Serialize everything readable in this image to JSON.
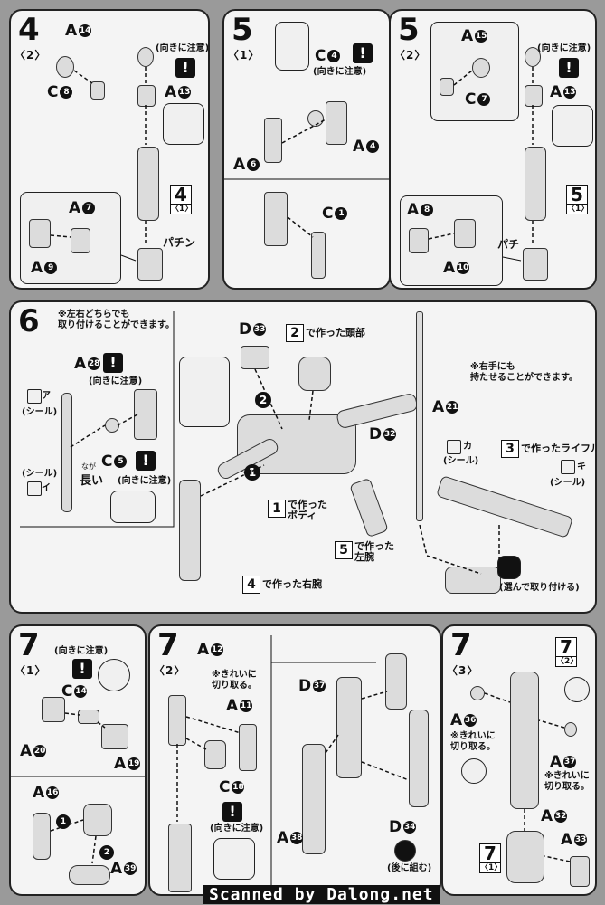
{
  "panels": {
    "p4": {
      "step": "4",
      "sub": "〈2〉",
      "a14": "A",
      "a14n": "14",
      "c8": "C",
      "c8n": "8",
      "a13": "A",
      "a13n": "13",
      "note": "(向きに注意)",
      "ref_n": "4",
      "ref_s": "〈1〉",
      "a7": "A",
      "a7n": "7",
      "a9": "A",
      "a9n": "9",
      "snap": "パチン"
    },
    "p5a": {
      "step": "5",
      "sub": "〈1〉",
      "c4": "C",
      "c4n": "4",
      "note": "(向きに注意)",
      "a4": "A",
      "a4n": "4",
      "a6": "A",
      "a6n": "6",
      "c1": "C",
      "c1n": "1"
    },
    "p5b": {
      "step": "5",
      "sub": "〈2〉",
      "a15": "A",
      "a15n": "15",
      "c7": "C",
      "c7n": "7",
      "a13": "A",
      "a13n": "13",
      "note": "(向きに注意)",
      "ref_n": "5",
      "ref_s": "〈1〉",
      "a8": "A",
      "a8n": "8",
      "a10": "A",
      "a10n": "10",
      "snap": "パチ"
    },
    "p6": {
      "step": "6",
      "note1": "※左右どちらでも",
      "note2": "取り付けることができます。",
      "a28": "A",
      "a28n": "28",
      "warn_note": "(向きに注意)",
      "seal_a": "(シール)",
      "seal_a_mark": "ア",
      "seal_i": "(シール)",
      "seal_i_mark": "イ",
      "long": "長い",
      "long_ruby": "なが",
      "c5": "C",
      "c5n": "5",
      "warn_note2": "(向きに注意)",
      "d33": "D",
      "d33n": "33",
      "head_num": "2",
      "head_text": "で作った頭部",
      "d32": "D",
      "d32n": "32",
      "body_num": "1",
      "body_text1": "で作った",
      "body_text2": "ボディ",
      "leftarm_num": "5",
      "leftarm_text1": "で作った",
      "leftarm_text2": "左腕",
      "rightarm_num": "4",
      "rightarm_text": "で作った右腕",
      "right_note1": "※右手にも",
      "right_note2": "持たせることができます。",
      "a21": "A",
      "a21n": "21",
      "rifle_num": "3",
      "rifle_text": "で作ったライフル",
      "seal_ka": "(シール)",
      "seal_ka_mark": "カ",
      "seal_ki": "(シール)",
      "seal_ki_mark": "キ",
      "choose": "(選んで取り付ける)",
      "seq1": "1",
      "seq2": "2"
    },
    "p7a": {
      "step": "7",
      "sub": "〈1〉",
      "note": "(向きに注意)",
      "c14": "C",
      "c14n": "14",
      "a20": "A",
      "a20n": "20",
      "a19": "A",
      "a19n": "19",
      "a16": "A",
      "a16n": "16",
      "a39": "A",
      "a39n": "39",
      "seq1": "1",
      "seq2": "2"
    },
    "p7b": {
      "step": "7",
      "sub": "〈2〉",
      "a12": "A",
      "a12n": "12",
      "cut1": "※きれいに",
      "cut2": "切り取る。",
      "a11": "A",
      "a11n": "11",
      "c18": "C",
      "c18n": "18",
      "note": "(向きに注意)",
      "d37": "D",
      "d37n": "37",
      "a38": "A",
      "a38n": "38",
      "d34": "D",
      "d34n": "34",
      "back": "(後に組む)"
    },
    "p7c": {
      "step": "7",
      "sub": "〈3〉",
      "ref_n": "7",
      "ref_s": "〈2〉",
      "a36": "A",
      "a36n": "36",
      "cut1": "※きれいに",
      "cut2": "切り取る。",
      "a37": "A",
      "a37n": "37",
      "cut3": "※きれいに",
      "cut4": "切り取る。",
      "a32": "A",
      "a32n": "32",
      "a33": "A",
      "a33n": "33",
      "ref2_n": "7",
      "ref2_s": "〈1〉"
    }
  },
  "footer": "Scanned by Dalong.net"
}
